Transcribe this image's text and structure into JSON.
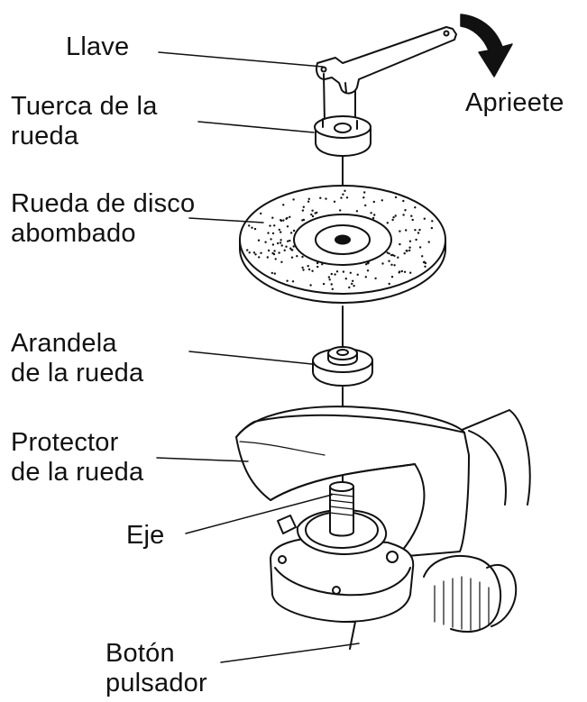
{
  "labels": {
    "wrench": "Llave",
    "tighten": "Aprieete",
    "wheel_nut_line1": "Tuerca de la",
    "wheel_nut_line2": "rueda",
    "disc_line1": "Rueda de disco",
    "disc_line2": "abombado",
    "washer_line1": "Arandela",
    "washer_line2": "de la rueda",
    "guard_line1": "Protector",
    "guard_line2": "de la rueda",
    "spindle": "Eje",
    "button_line1": "Botón",
    "button_line2": "pulsador"
  },
  "colors": {
    "ink": "#111111",
    "paper": "#ffffff",
    "shade": "#dddddd"
  }
}
